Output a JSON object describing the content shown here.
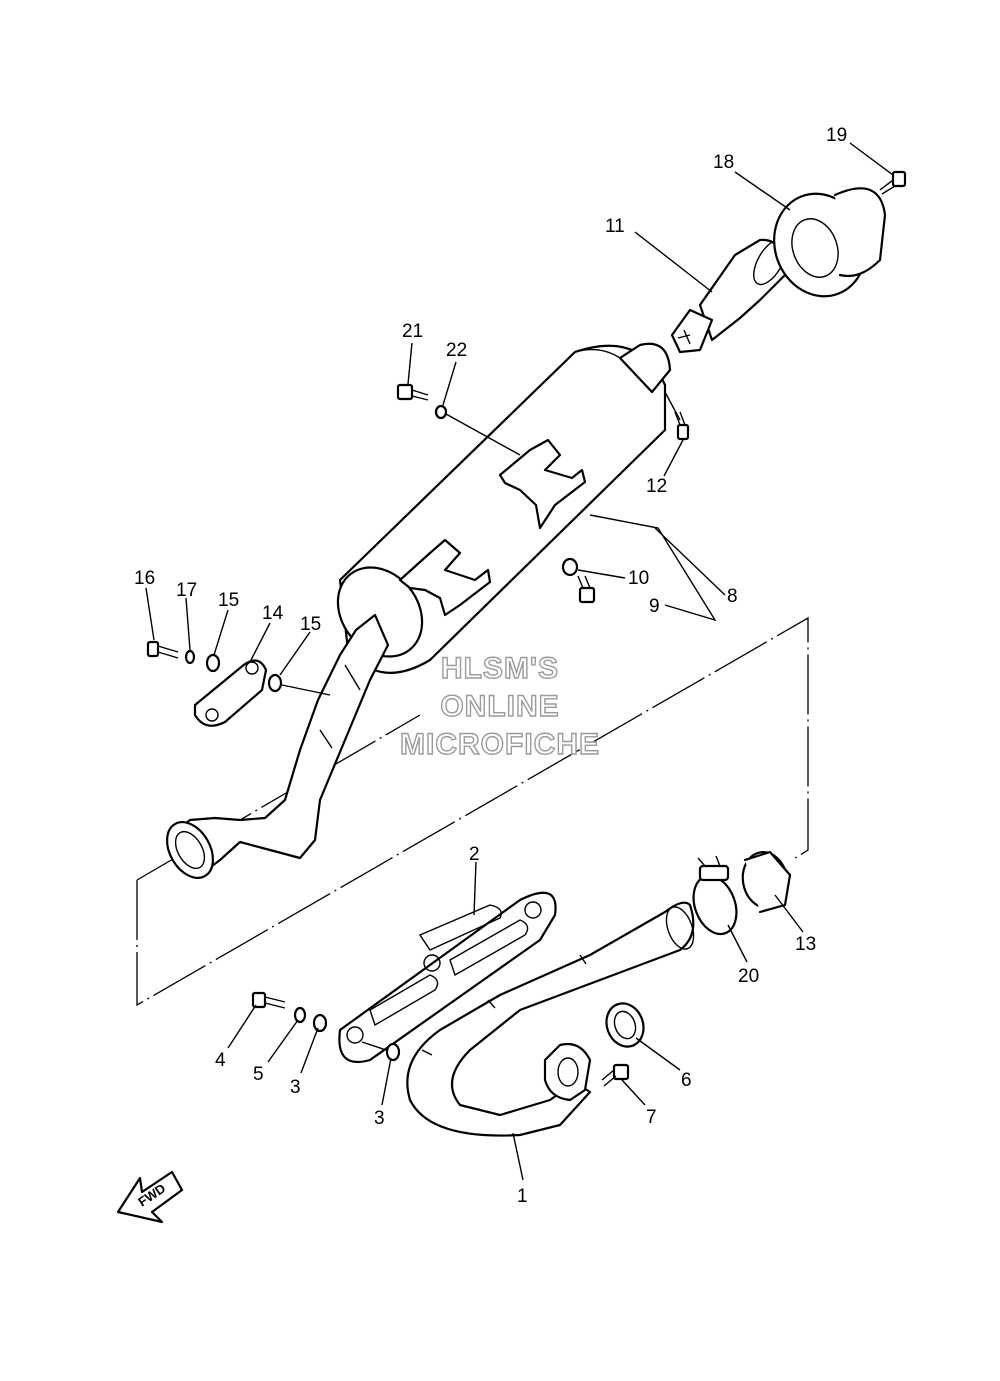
{
  "callouts": [
    {
      "id": "c1",
      "label": "1"
    },
    {
      "id": "c2",
      "label": "2"
    },
    {
      "id": "c3a",
      "label": "3"
    },
    {
      "id": "c3b",
      "label": "3"
    },
    {
      "id": "c4",
      "label": "4"
    },
    {
      "id": "c5",
      "label": "5"
    },
    {
      "id": "c6",
      "label": "6"
    },
    {
      "id": "c7",
      "label": "7"
    },
    {
      "id": "c8",
      "label": "8"
    },
    {
      "id": "c9",
      "label": "9"
    },
    {
      "id": "c10",
      "label": "10"
    },
    {
      "id": "c11",
      "label": "11"
    },
    {
      "id": "c12",
      "label": "12"
    },
    {
      "id": "c13",
      "label": "13"
    },
    {
      "id": "c14",
      "label": "14"
    },
    {
      "id": "c15a",
      "label": "15"
    },
    {
      "id": "c15b",
      "label": "15"
    },
    {
      "id": "c16",
      "label": "16"
    },
    {
      "id": "c17",
      "label": "17"
    },
    {
      "id": "c18",
      "label": "18"
    },
    {
      "id": "c19",
      "label": "19"
    },
    {
      "id": "c20",
      "label": "20"
    },
    {
      "id": "c21",
      "label": "21"
    },
    {
      "id": "c22",
      "label": "22"
    }
  ],
  "watermark": {
    "line1": "HLSM'S",
    "line2": "ONLINE",
    "line3": "MICROFICHE"
  },
  "direction_marker": {
    "label": "FWD"
  }
}
